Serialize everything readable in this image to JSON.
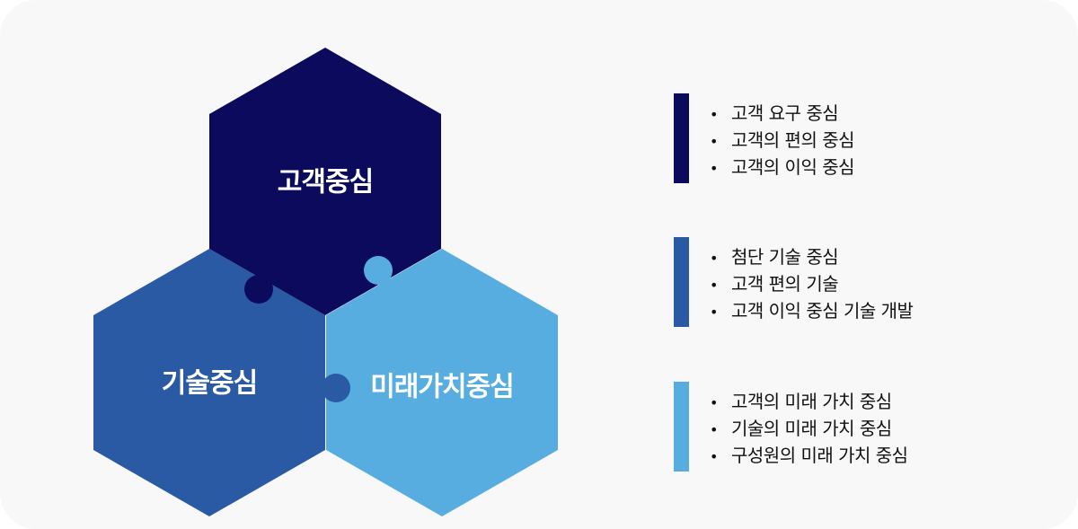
{
  "colors": {
    "background": "#f8f8f9",
    "customer": "#0b0a5c",
    "technology": "#2b5aa5",
    "future_value": "#58ade0"
  },
  "hexagons": {
    "customer": "고객중심",
    "technology": "기술중심",
    "future_value": "미래가치중심"
  },
  "groups": [
    {
      "items": [
        "고객 요구 중심",
        "고객의 편의 중심",
        "고객의 이익 중심"
      ]
    },
    {
      "items": [
        "첨단 기술 중심",
        "고객 편의 기술",
        "고객 이익 중심 기술 개발"
      ]
    },
    {
      "items": [
        "고객의 미래 가치 중심",
        "기술의 미래 가치 중심",
        "구성원의 미래 가치 중심"
      ]
    }
  ],
  "bullet": "•"
}
